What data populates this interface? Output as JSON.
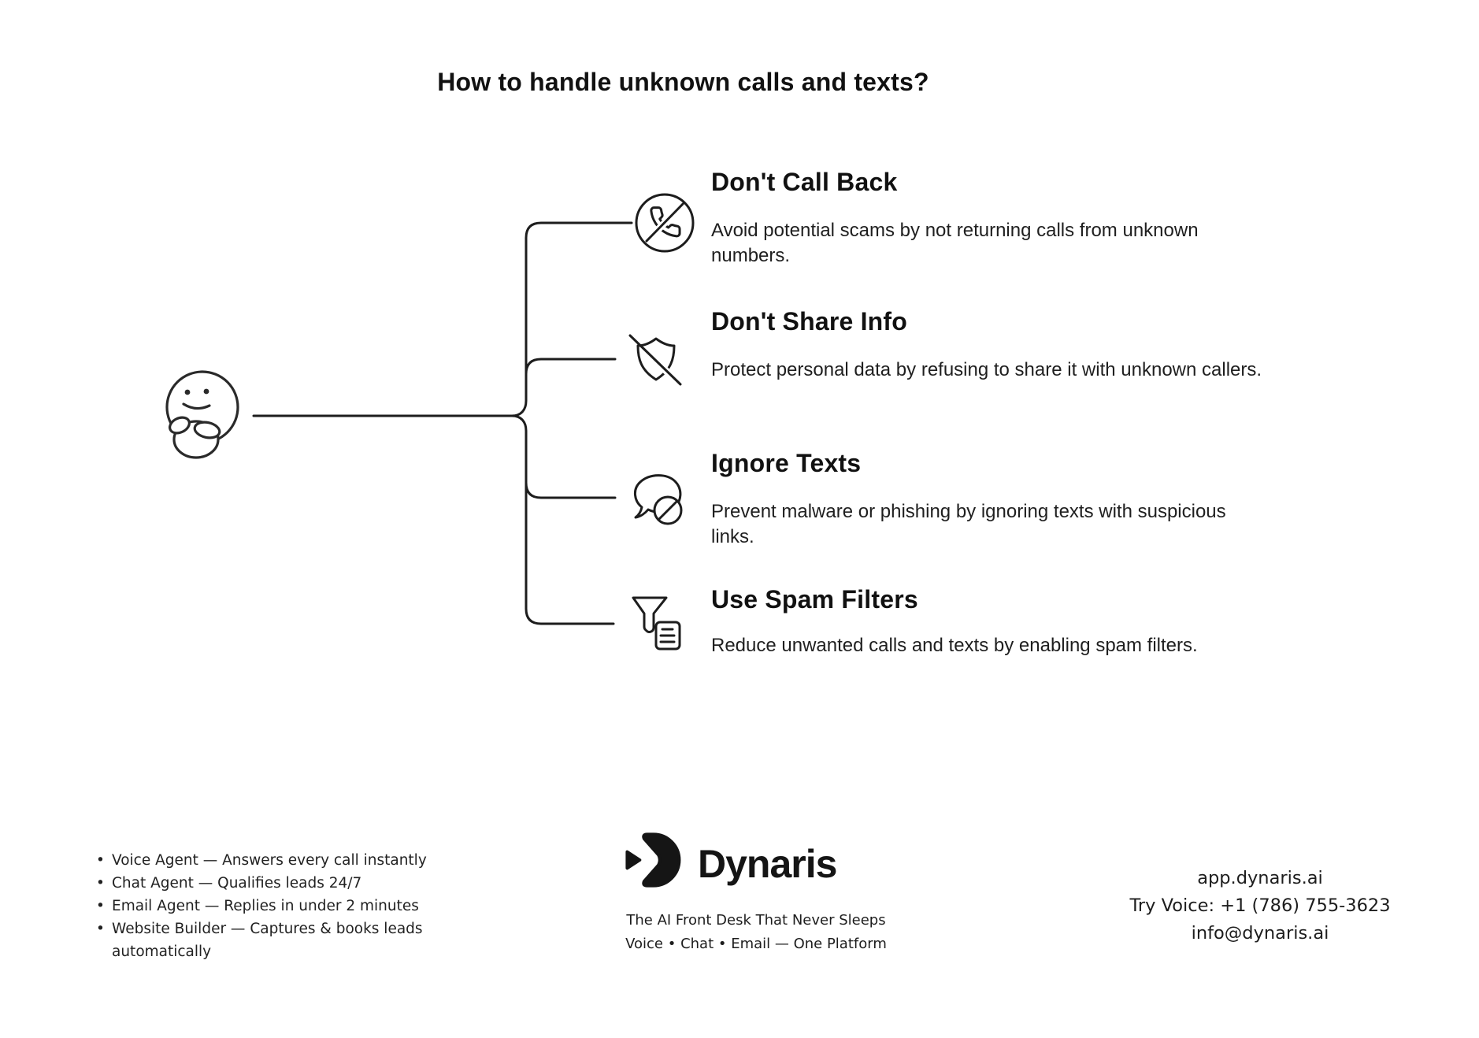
{
  "title": "How to handle unknown calls and texts?",
  "mindmap": {
    "root_icon": "thinking-face-icon",
    "branches": [
      {
        "icon": "phone-off-circle-icon",
        "heading": "Don't Call Back",
        "description": "Avoid potential scams by not returning calls from unknown numbers."
      },
      {
        "icon": "shield-off-icon",
        "heading": "Don't Share Info",
        "description": "Protect personal data by refusing to share it with unknown callers."
      },
      {
        "icon": "message-ban-icon",
        "heading": "Ignore Texts",
        "description": "Prevent malware or phishing by ignoring texts with suspicious links."
      },
      {
        "icon": "spam-filter-icon",
        "heading": "Use Spam Filters",
        "description": "Reduce unwanted calls and texts by enabling spam filters."
      }
    ]
  },
  "footer": {
    "bullet_char": "•",
    "features": [
      "Voice Agent — Answers every call instantly",
      "Chat Agent — Qualifies leads 24/7",
      "Email Agent — Replies in under 2 minutes",
      "Website Builder — Captures & books leads automatically"
    ],
    "brand": {
      "name": "Dynaris",
      "tagline_line1": "The AI Front Desk That Never Sleeps",
      "tagline_line2": "Voice • Chat • Email — One Platform"
    },
    "contact": {
      "website": "app.dynaris.ai",
      "phone": "Try Voice: +1 (786) 755-3623",
      "email": "info@dynaris.ai"
    }
  },
  "colors": {
    "ink": "#1b1b1b",
    "line": "#1d1d1d",
    "background": "#ffffff"
  }
}
